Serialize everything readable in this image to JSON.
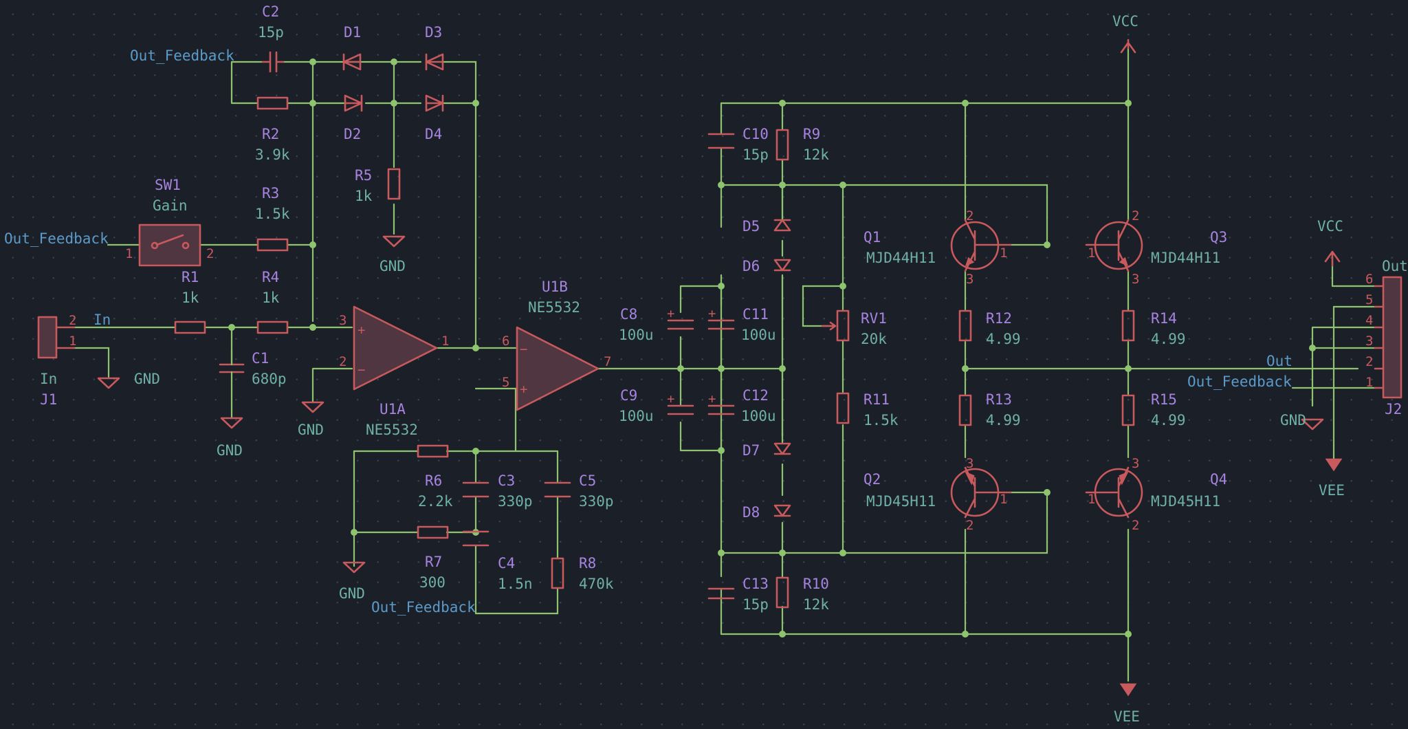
{
  "nets": {
    "out_feedback": "Out_Feedback",
    "in": "In",
    "out": "Out",
    "gnd": "GND",
    "vcc": "VCC",
    "vee": "VEE"
  },
  "components": {
    "C1": {
      "ref": "C1",
      "value": "680p"
    },
    "C2": {
      "ref": "C2",
      "value": "15p"
    },
    "C3": {
      "ref": "C3",
      "value": "330p"
    },
    "C4": {
      "ref": "C4",
      "value": "1.5n"
    },
    "C5": {
      "ref": "C5",
      "value": "330p"
    },
    "C8": {
      "ref": "C8",
      "value": "100u"
    },
    "C9": {
      "ref": "C9",
      "value": "100u"
    },
    "C10": {
      "ref": "C10",
      "value": "15p"
    },
    "C11": {
      "ref": "C11",
      "value": "100u"
    },
    "C12": {
      "ref": "C12",
      "value": "100u"
    },
    "C13": {
      "ref": "C13",
      "value": "15p"
    },
    "D1": {
      "ref": "D1"
    },
    "D2": {
      "ref": "D2"
    },
    "D3": {
      "ref": "D3"
    },
    "D4": {
      "ref": "D4"
    },
    "D5": {
      "ref": "D5"
    },
    "D6": {
      "ref": "D6"
    },
    "D7": {
      "ref": "D7"
    },
    "D8": {
      "ref": "D8"
    },
    "R1": {
      "ref": "R1",
      "value": "1k"
    },
    "R2": {
      "ref": "R2",
      "value": "3.9k"
    },
    "R3": {
      "ref": "R3",
      "value": "1.5k"
    },
    "R4": {
      "ref": "R4",
      "value": "1k"
    },
    "R5": {
      "ref": "R5",
      "value": "1k"
    },
    "R6": {
      "ref": "R6",
      "value": "2.2k"
    },
    "R7": {
      "ref": "R7",
      "value": "300"
    },
    "R8": {
      "ref": "R8",
      "value": "470k"
    },
    "R9": {
      "ref": "R9",
      "value": "12k"
    },
    "R10": {
      "ref": "R10",
      "value": "12k"
    },
    "R11": {
      "ref": "R11",
      "value": "1.5k"
    },
    "R12": {
      "ref": "R12",
      "value": "4.99"
    },
    "R13": {
      "ref": "R13",
      "value": "4.99"
    },
    "R14": {
      "ref": "R14",
      "value": "4.99"
    },
    "R15": {
      "ref": "R15",
      "value": "4.99"
    },
    "RV1": {
      "ref": "RV1",
      "value": "20k"
    },
    "SW1": {
      "ref": "SW1",
      "value": "Gain"
    },
    "U1A": {
      "ref": "U1A",
      "value": "NE5532"
    },
    "U1B": {
      "ref": "U1B",
      "value": "NE5532"
    },
    "Q1": {
      "ref": "Q1",
      "value": "MJD44H11"
    },
    "Q2": {
      "ref": "Q2",
      "value": "MJD45H11"
    },
    "Q3": {
      "ref": "Q3",
      "value": "MJD44H11"
    },
    "Q4": {
      "ref": "Q4",
      "value": "MJD45H11"
    },
    "J1": {
      "ref": "J1",
      "value": "In"
    },
    "J2": {
      "ref": "J2",
      "value": "Out"
    }
  },
  "pins": {
    "one": "1",
    "two": "2",
    "three": "3",
    "four": "4",
    "five": "5",
    "six": "6",
    "seven": "7",
    "plus": "+",
    "minus": "−"
  }
}
